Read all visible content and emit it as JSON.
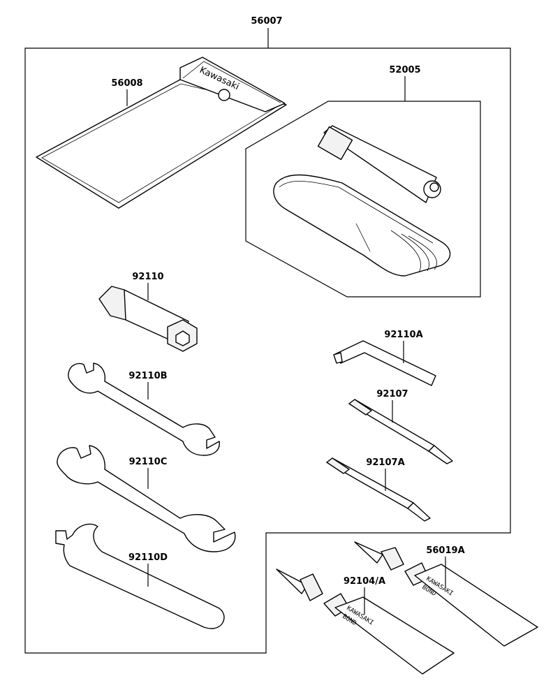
{
  "parts": {
    "toolkit": "56007",
    "pouch": "56008",
    "spark_wrench_set": "52005",
    "plug_wrench": "92110",
    "hex_key": "92110A",
    "wrench_b": "92110B",
    "screwdriver": "92107",
    "wrench_c": "92110C",
    "screwdriver_a": "92107A",
    "hook_wrench": "92110D",
    "bond_tube_1": "92104/A",
    "bond_tube_2": "56019A"
  },
  "markings": {
    "pouch_brand": "Kawasaki",
    "tube_brand": "KAWASAKI",
    "tube_type": "BOND"
  }
}
